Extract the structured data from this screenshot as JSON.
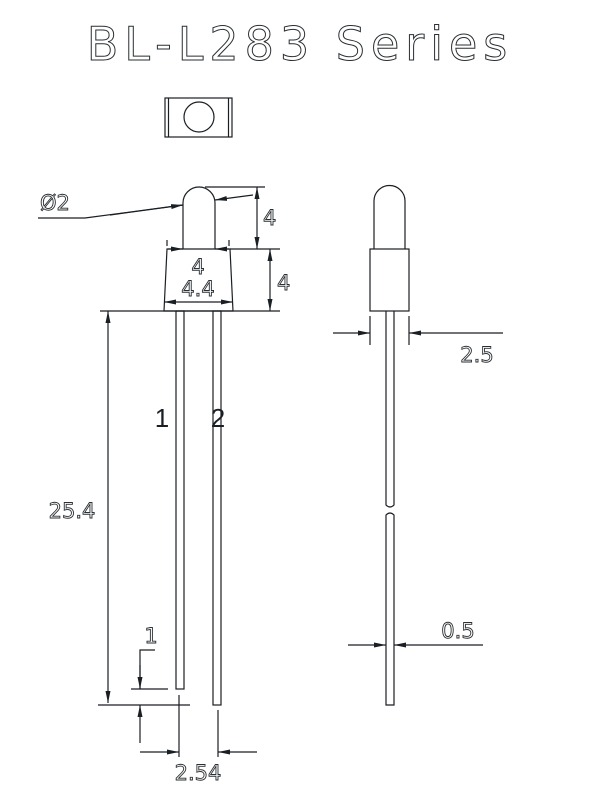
{
  "title": "BL-L283 Series",
  "dimensions": {
    "dome_diameter": "Ø2",
    "dome_height": "4",
    "body_height": "4",
    "dome_width": "4",
    "body_width": "4.4",
    "lead_length": "25.4",
    "lead_offset": "1",
    "lead_pitch": "2.54",
    "side_body_width": "2.5",
    "lead_thickness": "0.5"
  },
  "pins": {
    "pin1": "1",
    "pin2": "2"
  }
}
